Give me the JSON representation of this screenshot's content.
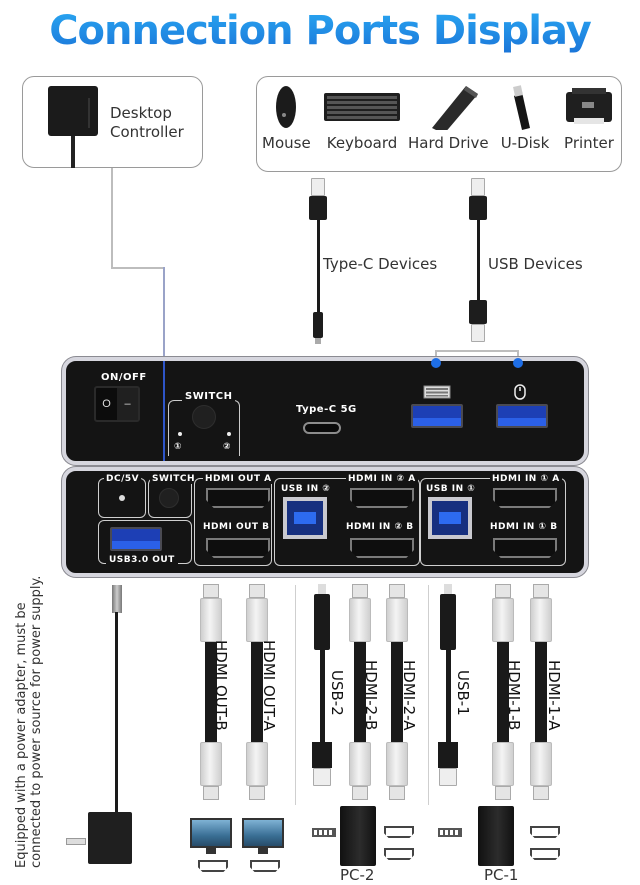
{
  "title": "Connection Ports Display",
  "desktop_controller": {
    "label_line1": "Desktop",
    "label_line2": "Controller",
    "icon": "controller-icon"
  },
  "devices": [
    {
      "label": "Mouse",
      "icon": "mouse-icon"
    },
    {
      "label": "Keyboard",
      "icon": "keyboard-icon"
    },
    {
      "label": "Hard Drive",
      "icon": "hard-drive-icon"
    },
    {
      "label": "U-Disk",
      "icon": "usb-drive-icon"
    },
    {
      "label": "Printer",
      "icon": "printer-icon"
    }
  ],
  "cables_top": {
    "typec_label": "Type-C Devices",
    "usb_label": "USB Devices"
  },
  "front_panel": {
    "power_label": "ON/OFF",
    "power_off_symbol": "O",
    "power_on_symbol": "–",
    "switch_label": "SWITCH",
    "switch_led1": "①",
    "switch_led2": "②",
    "typec_label": "Type-C 5G"
  },
  "back_panel": {
    "dc_label": "DC/5V",
    "switch_label": "SWITCH",
    "usb_out_label": "USB3.0 OUT",
    "hdmi_out_a": "HDMI OUT A",
    "hdmi_out_b": "HDMI OUT B",
    "usb_in_2": "USB IN ②",
    "hdmi_in_2a": "HDMI IN ② A",
    "hdmi_in_2b": "HDMI IN ② B",
    "usb_in_1": "USB IN ①",
    "hdmi_in_1a": "HDMI IN ① A",
    "hdmi_in_1b": "HDMI IN ① B"
  },
  "bottom_cables": [
    {
      "label": "HDMI OUT-B",
      "type": "hdmi"
    },
    {
      "label": "HDMI OUT-A",
      "type": "hdmi"
    },
    {
      "label": "USB-2",
      "type": "usb"
    },
    {
      "label": "HDMI-2-B",
      "type": "hdmi"
    },
    {
      "label": "HDMI-2-A",
      "type": "hdmi"
    },
    {
      "label": "USB-1",
      "type": "usb"
    },
    {
      "label": "HDMI-1-B",
      "type": "hdmi"
    },
    {
      "label": "HDMI-1-A",
      "type": "hdmi"
    }
  ],
  "power_note": "Equipped with a power adapter,  must be connected to power source for power supply.",
  "pcs": {
    "pc2": "PC-2",
    "pc1": "PC-1"
  },
  "colors": {
    "title_blue": "#1e88e5",
    "accent_blue": "#1e6ee6",
    "device_body": "#141414",
    "usb_blue": "#2b60e8"
  }
}
